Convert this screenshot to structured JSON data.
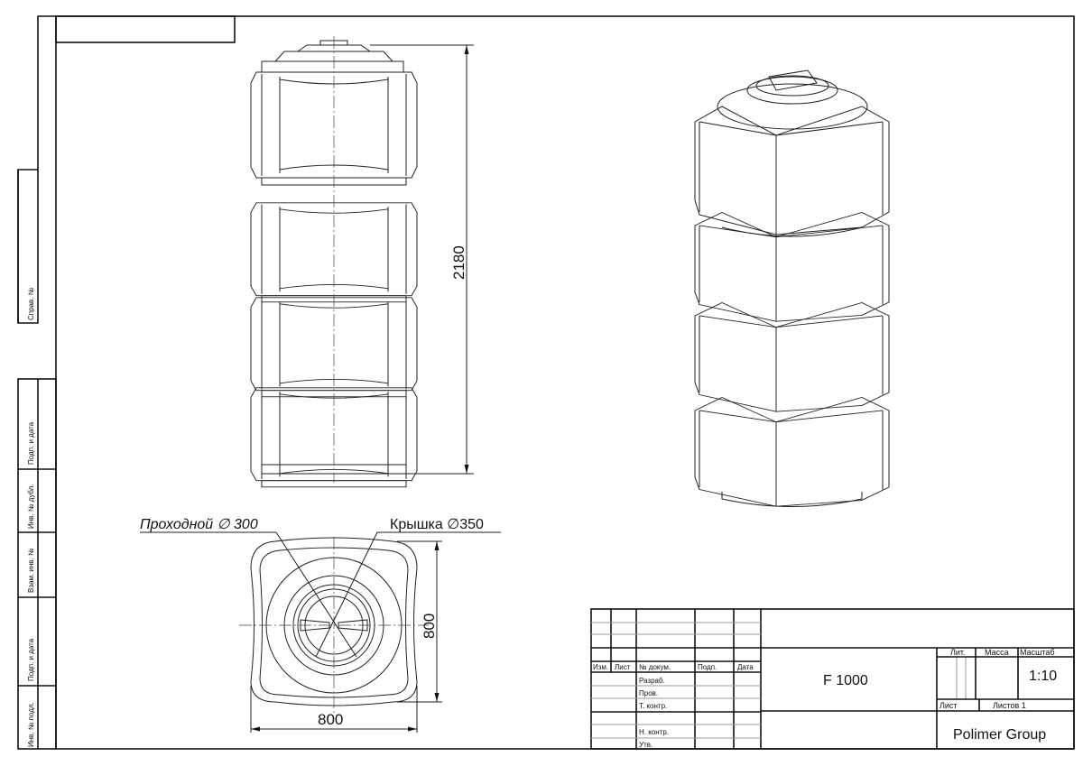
{
  "side_strip": {
    "sprav": "Справ. №",
    "podp_data_1": "Подп. и дата",
    "inv_dubl": "Инв. № дубл.",
    "vzam_inv": "Взам. инв. №",
    "podp_data_2": "Подп. и дата",
    "inv_podl": "Инв. № подл."
  },
  "dimensions": {
    "height": "2180",
    "width": "800",
    "depth": "800",
    "manhole": "Проходной ∅ 300",
    "lid": "Крышка ∅350"
  },
  "title_block": {
    "headers": [
      "Изм.",
      "Лист",
      "№ докум.",
      "Подп.",
      "Дата"
    ],
    "roles": [
      "Разраб.",
      "Пров.",
      "Т. контр.",
      "Н. контр.",
      "Утв."
    ],
    "designation": "F 1000",
    "lit_label": "Лит.",
    "mass_label": "Масса",
    "scale_label": "Масштаб",
    "scale_value": "1:10",
    "sheet_label": "Лист",
    "sheets_label": "Листов 1",
    "company": "Polimer Group"
  }
}
